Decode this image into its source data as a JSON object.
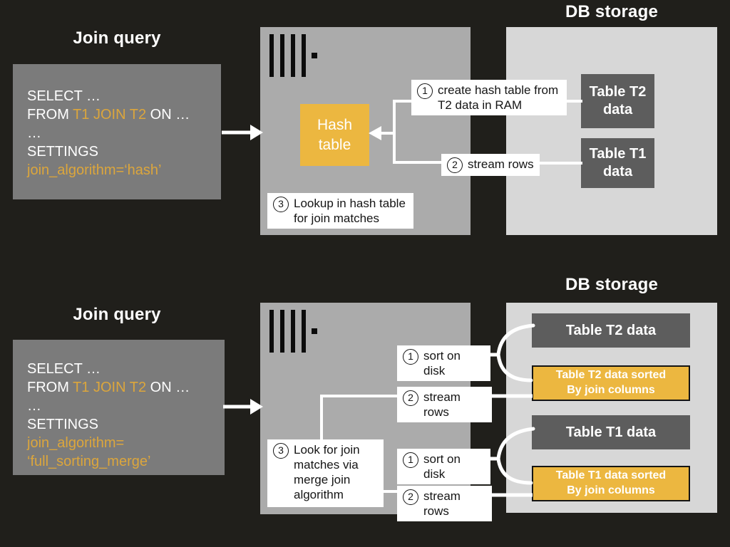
{
  "colors": {
    "background": "#201f1b",
    "query_box_gray": "#7b7b7b",
    "server_box_gray": "#ababab",
    "db_storage_gray": "#d7d7d7",
    "table_dark_gray": "#5d5d5d",
    "accent_orange": "#ecb740",
    "code_orange": "#dca63c",
    "label_white": "#ffffff",
    "text_white": "#ffffff",
    "text_black": "#151515"
  },
  "hash_join": {
    "query_title": "Join query",
    "sql": {
      "select": "SELECT …",
      "from_pre": "FROM ",
      "from_tables": "T1 JOIN T2",
      "from_post": " ON …",
      "ellipsis": "…",
      "settings_kw": "SETTINGS",
      "setting_value": "join_algorithm=‘hash’"
    },
    "server": {
      "hash_table": "Hash table",
      "step1": {
        "num": "1",
        "text": "create hash table from T2 data in RAM"
      },
      "step2": {
        "num": "2",
        "text": "stream rows"
      },
      "step3": {
        "num": "3",
        "text": "Lookup in hash table for join matches"
      }
    },
    "storage": {
      "title": "DB storage",
      "table_t2": "Table T2 data",
      "table_t1": "Table T1 data"
    }
  },
  "merge_join": {
    "query_title": "Join query",
    "sql": {
      "select": "SELECT …",
      "from_pre": "FROM ",
      "from_tables": "T1 JOIN T2",
      "from_post": " ON …",
      "ellipsis": "…",
      "settings_kw": "SETTINGS",
      "setting_value_line1": "join_algorithm=",
      "setting_value_line2": "‘full_sorting_merge’"
    },
    "server": {
      "sort_t2": {
        "num": "1",
        "text": "sort on disk"
      },
      "stream_t2": {
        "num": "2",
        "text": "stream rows"
      },
      "step3": {
        "num": "3",
        "text": "Look for join matches via merge join algorithm"
      },
      "sort_t1": {
        "num": "1",
        "text": "sort on disk"
      },
      "stream_t1": {
        "num": "2",
        "text": "stream rows"
      }
    },
    "storage": {
      "title": "DB storage",
      "table_t2": "Table T2 data",
      "table_t2_sorted_line1": "Table T2 data sorted",
      "table_t2_sorted_line2": "By join columns",
      "table_t1": "Table T1 data",
      "table_t1_sorted_line1": "Table T1 data sorted",
      "table_t1_sorted_line2": "By join columns"
    }
  }
}
